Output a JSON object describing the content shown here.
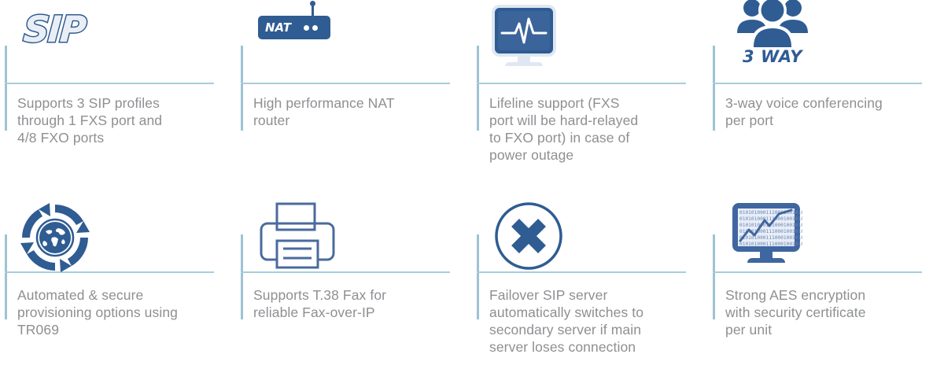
{
  "theme": {
    "brand_blue": "#2f5c92",
    "rule_blue": "#a8cddc",
    "text_gray": "#8d8f92",
    "background": "#ffffff"
  },
  "grid": {
    "columns": 4,
    "rows": 2
  },
  "features": [
    {
      "id": "sip-profiles",
      "icon": "sip-logo-icon",
      "icon_label": "SIP",
      "caption": "Supports 3 SIP profiles\nthrough 1 FXS port and\n4/8 FXO ports"
    },
    {
      "id": "nat-router",
      "icon": "nat-router-icon",
      "icon_label": "NAT",
      "caption": "High performance NAT\nrouter"
    },
    {
      "id": "lifeline-support",
      "icon": "monitor-heartbeat-icon",
      "icon_label": "",
      "caption": "Lifeline support (FXS\nport will be hard-relayed\nto FXO port) in case of\npower outage"
    },
    {
      "id": "three-way-conferencing",
      "icon": "three-users-icon",
      "icon_label": "3 WAY",
      "caption": "3-way voice conferencing\nper port"
    },
    {
      "id": "auto-provisioning",
      "icon": "globe-refresh-icon",
      "icon_label": "",
      "caption": "Automated & secure\nprovisioning options using\nTR069"
    },
    {
      "id": "t38-fax",
      "icon": "printer-fax-icon",
      "icon_label": "",
      "caption": "Supports T.38 Fax for\nreliable Fax-over-IP"
    },
    {
      "id": "failover-sip-server",
      "icon": "circle-x-icon",
      "icon_label": "",
      "caption": "Failover SIP server\nautomatically switches to\nsecondary server if main\nserver loses connection"
    },
    {
      "id": "aes-encryption",
      "icon": "monitor-binary-chart-icon",
      "icon_label": "",
      "caption": "Strong AES encryption\nwith security certificate\nper unit"
    }
  ]
}
